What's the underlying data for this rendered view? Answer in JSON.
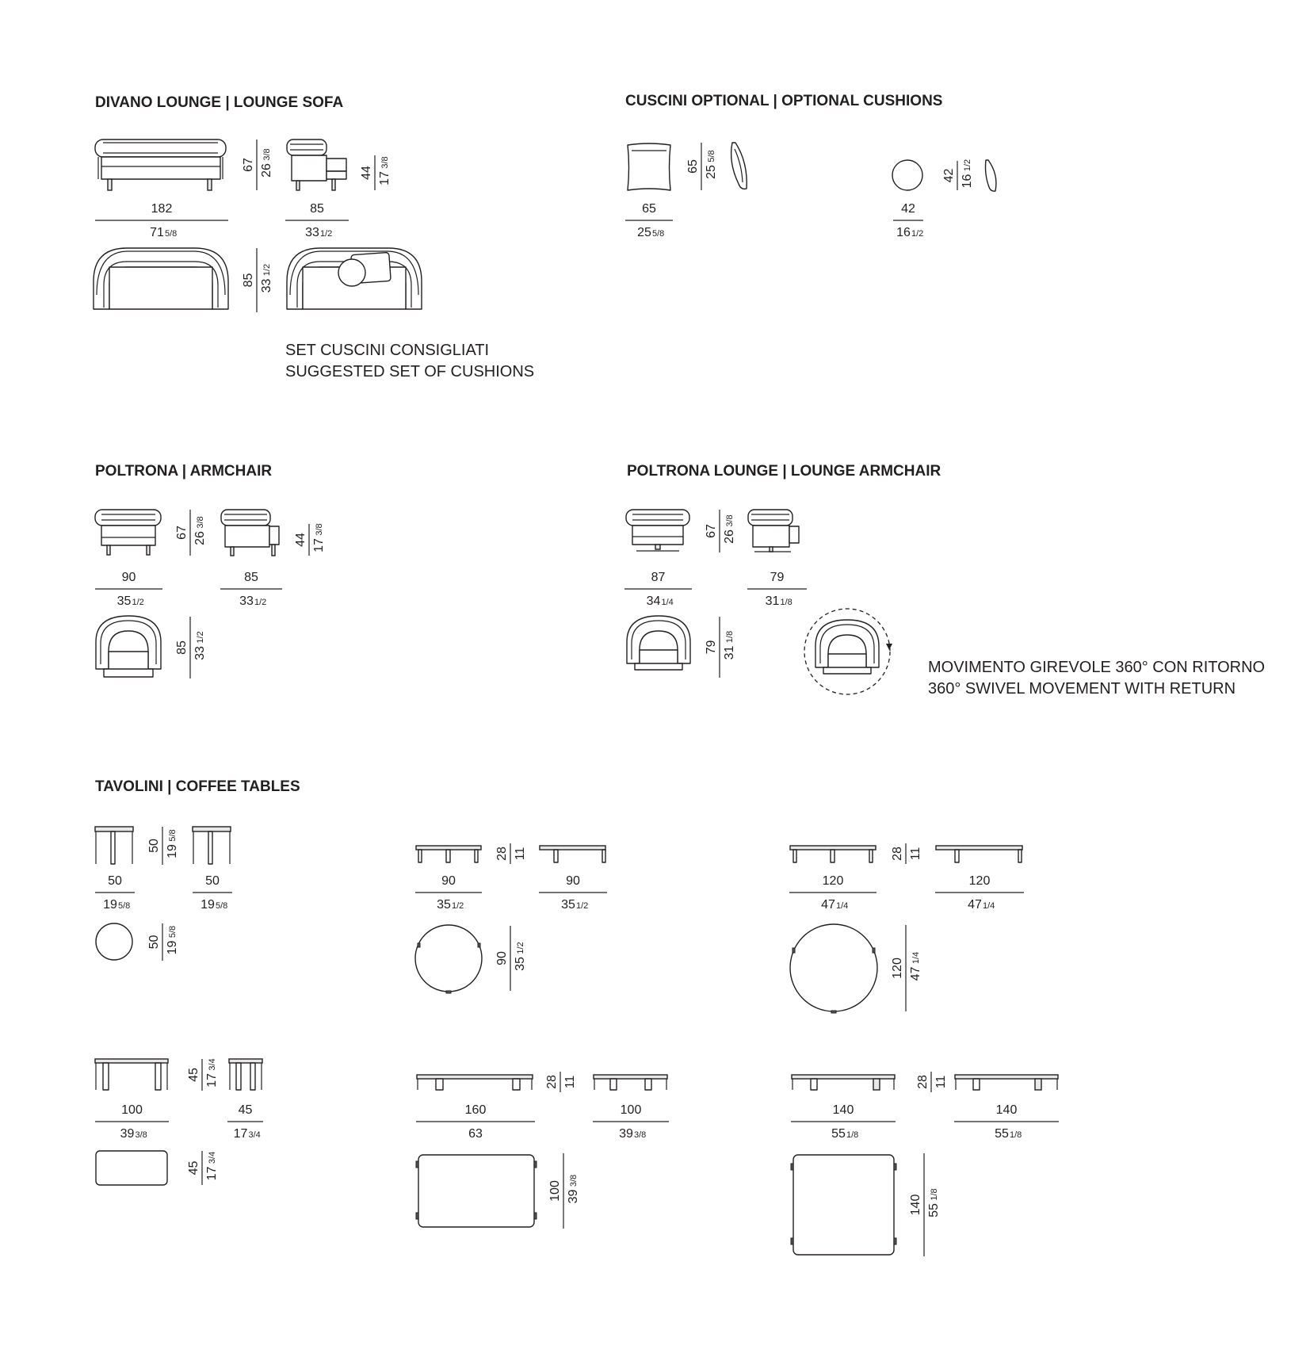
{
  "sections": {
    "sofa": {
      "title": "DIVANO LOUNGE | LOUNGE SOFA"
    },
    "cushions": {
      "title": "CUSCINI OPTIONAL | OPTIONAL CUSHIONS"
    },
    "armchair": {
      "title": "POLTRONA | ARMCHAIR"
    },
    "lounge_armchair": {
      "title": "POLTRONA LOUNGE | LOUNGE ARMCHAIR"
    },
    "tables": {
      "title": "TAVOLINI | COFFEE TABLES"
    }
  },
  "notes": {
    "suggested_it": "SET CUSCINI CONSIGLIATI",
    "suggested_en": "SUGGESTED SET OF CUSHIONS",
    "swivel_it": "MOVIMENTO GIREVOLE 360° CON RITORNO",
    "swivel_en": "360° SWIVEL MOVEMENT WITH RETURN"
  },
  "dims": {
    "sofa_w": {
      "cm": "182",
      "inch": "71",
      "frac": "5/8"
    },
    "sofa_h": {
      "cm": "67",
      "inch": "26",
      "frac": "3/8"
    },
    "sofa_d": {
      "cm": "85",
      "inch": "33",
      "frac": "1/2"
    },
    "sofa_seat": {
      "cm": "44",
      "inch": "17",
      "frac": "3/8"
    },
    "sofa_plan": {
      "cm": "85",
      "inch": "33",
      "frac": "1/2"
    },
    "cush_sq_w": {
      "cm": "65",
      "inch": "25",
      "frac": "5/8"
    },
    "cush_sq_h": {
      "cm": "65",
      "inch": "25",
      "frac": "5/8"
    },
    "cush_rd_w": {
      "cm": "42",
      "inch": "16",
      "frac": "1/2"
    },
    "cush_rd_h": {
      "cm": "42",
      "inch": "16",
      "frac": "1/2"
    },
    "arm_w": {
      "cm": "90",
      "inch": "35",
      "frac": "1/2"
    },
    "arm_h": {
      "cm": "67",
      "inch": "26",
      "frac": "3/8"
    },
    "arm_d": {
      "cm": "85",
      "inch": "33",
      "frac": "1/2"
    },
    "arm_seat": {
      "cm": "44",
      "inch": "17",
      "frac": "3/8"
    },
    "arm_plan": {
      "cm": "85",
      "inch": "33",
      "frac": "1/2"
    },
    "la_w": {
      "cm": "87",
      "inch": "34",
      "frac": "1/4"
    },
    "la_h": {
      "cm": "67",
      "inch": "26",
      "frac": "3/8"
    },
    "la_d": {
      "cm": "79",
      "inch": "31",
      "frac": "1/8"
    },
    "la_plan": {
      "cm": "79",
      "inch": "31",
      "frac": "1/8"
    },
    "t50_a": {
      "cm": "50",
      "inch": "19",
      "frac": "5/8"
    },
    "t50_h": {
      "cm": "50",
      "inch": "19",
      "frac": "5/8"
    },
    "t50_b": {
      "cm": "50",
      "inch": "19",
      "frac": "5/8"
    },
    "t50_plan": {
      "cm": "50",
      "inch": "19",
      "frac": "5/8"
    },
    "t90_a": {
      "cm": "90",
      "inch": "35",
      "frac": "1/2"
    },
    "t90_h": {
      "cm": "28",
      "inch": "11",
      "frac": ""
    },
    "t90_b": {
      "cm": "90",
      "inch": "35",
      "frac": "1/2"
    },
    "t90_plan": {
      "cm": "90",
      "inch": "35",
      "frac": "1/2"
    },
    "t120_a": {
      "cm": "120",
      "inch": "47",
      "frac": "1/4"
    },
    "t120_h": {
      "cm": "28",
      "inch": "11",
      "frac": ""
    },
    "t120_b": {
      "cm": "120",
      "inch": "47",
      "frac": "1/4"
    },
    "t120_plan": {
      "cm": "120",
      "inch": "47",
      "frac": "1/4"
    },
    "t100_a": {
      "cm": "100",
      "inch": "39",
      "frac": "3/8"
    },
    "t100_h": {
      "cm": "45",
      "inch": "17",
      "frac": "3/4"
    },
    "t100_b": {
      "cm": "45",
      "inch": "17",
      "frac": "3/4"
    },
    "t100_plan": {
      "cm": "45",
      "inch": "17",
      "frac": "3/4"
    },
    "t160_a": {
      "cm": "160",
      "inch": "63",
      "frac": ""
    },
    "t160_h": {
      "cm": "28",
      "inch": "11",
      "frac": ""
    },
    "t160_b": {
      "cm": "100",
      "inch": "39",
      "frac": "3/8"
    },
    "t160_plan": {
      "cm": "100",
      "inch": "39",
      "frac": "3/8"
    },
    "t140_a": {
      "cm": "140",
      "inch": "55",
      "frac": "1/8"
    },
    "t140_h": {
      "cm": "28",
      "inch": "11",
      "frac": ""
    },
    "t140_b": {
      "cm": "140",
      "inch": "55",
      "frac": "1/8"
    },
    "t140_plan": {
      "cm": "140",
      "inch": "55",
      "frac": "1/8"
    }
  }
}
